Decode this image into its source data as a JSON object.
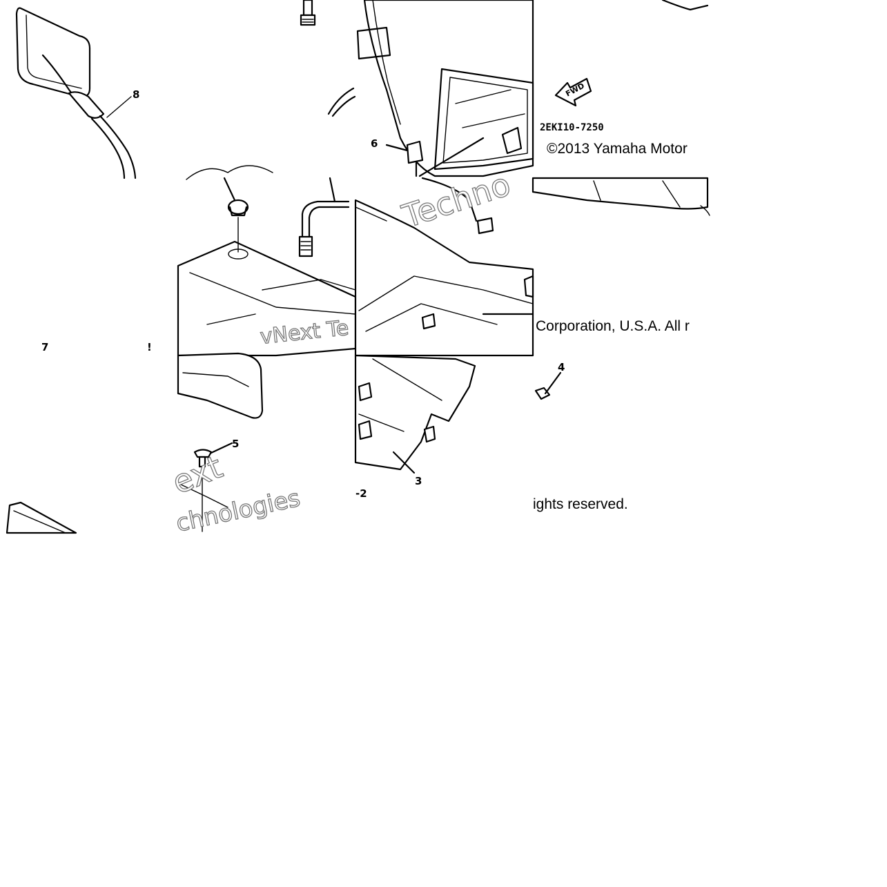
{
  "diagram": {
    "callouts": [
      "8",
      "6",
      "7",
      "!",
      "5",
      "4",
      "3",
      "-2"
    ],
    "part_code": "2EKI10-7250",
    "fwd_label": "FWD",
    "copyright": [
      "©2013 Yamaha Motor",
      "Corporation, U.S.A. All r",
      "ights reserved."
    ],
    "watermarks": [
      "Techno",
      "vNext Te",
      "ext",
      "chnologies"
    ]
  }
}
